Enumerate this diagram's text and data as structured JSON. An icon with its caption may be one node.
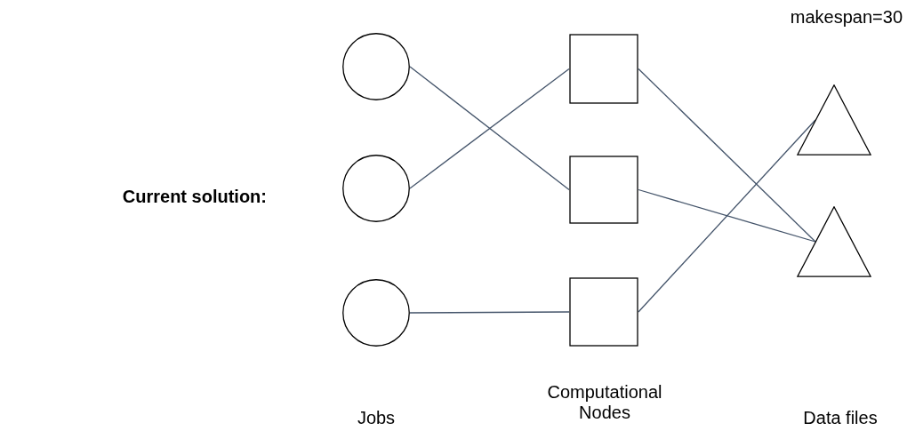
{
  "diagram": {
    "nodes": [
      {
        "text": [],
        "shape": "circle"
      },
      {
        "text": [],
        "shape": "circle"
      },
      {
        "text": [],
        "shape": "circle"
      },
      {
        "text": [],
        "shape": "box"
      },
      {
        "text": [],
        "shape": "box"
      },
      {
        "text": [],
        "shape": "box"
      },
      {
        "text": [],
        "shape": "triangle"
      },
      {
        "text": [],
        "shape": "triangle"
      }
    ],
    "edges": [
      {
        "from": 0,
        "to": 4,
        "arrow": "none"
      },
      {
        "from": 1,
        "to": 3,
        "arrow": "none"
      },
      {
        "from": 2,
        "to": 5,
        "arrow": "none"
      },
      {
        "from": 3,
        "to": 7,
        "arrow": "none"
      },
      {
        "from": 4,
        "to": 7,
        "arrow": "none"
      },
      {
        "from": 5,
        "to": 6,
        "arrow": "none"
      }
    ],
    "labels": [
      "makespan=30",
      "Current solution:",
      "Jobs",
      "Computational Nodes",
      "Data files"
    ]
  }
}
